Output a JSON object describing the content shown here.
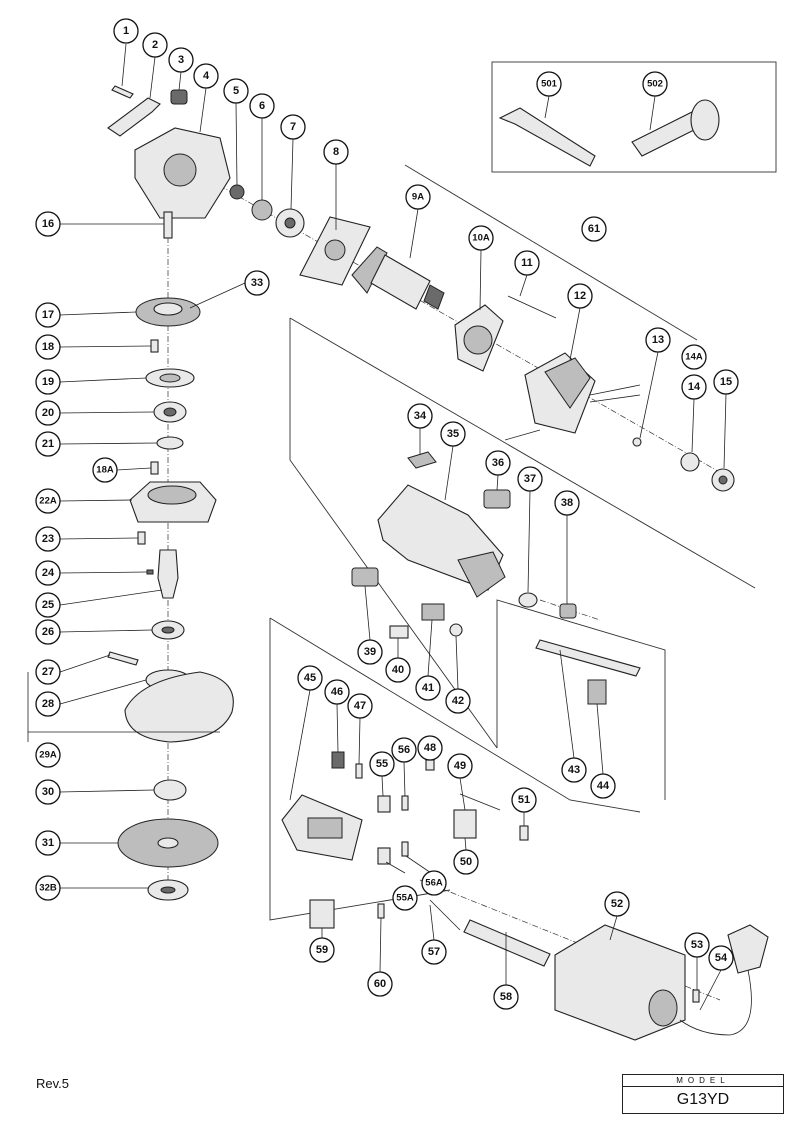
{
  "callouts": [
    "1",
    "2",
    "3",
    "4",
    "5",
    "6",
    "7",
    "8",
    "9A",
    "10A",
    "11",
    "12",
    "13",
    "14",
    "14A",
    "15",
    "16",
    "17",
    "18",
    "18A",
    "19",
    "20",
    "21",
    "22A",
    "23",
    "24",
    "25",
    "26",
    "27",
    "28",
    "29A",
    "30",
    "31",
    "32B",
    "33",
    "34",
    "35",
    "36",
    "37",
    "38",
    "39",
    "40",
    "41",
    "42",
    "43",
    "44",
    "45",
    "46",
    "47",
    "48",
    "49",
    "50",
    "51",
    "52",
    "53",
    "54",
    "55",
    "55A",
    "56",
    "56A",
    "57",
    "58",
    "59",
    "60",
    "61",
    "501",
    "502"
  ],
  "footer": {
    "revision": "Rev.5",
    "model_heading": "MODEL",
    "model_name": "G13YD"
  },
  "colors": {
    "line": "#222222",
    "background": "#ffffff",
    "part_fill": "#e9e9e9"
  }
}
